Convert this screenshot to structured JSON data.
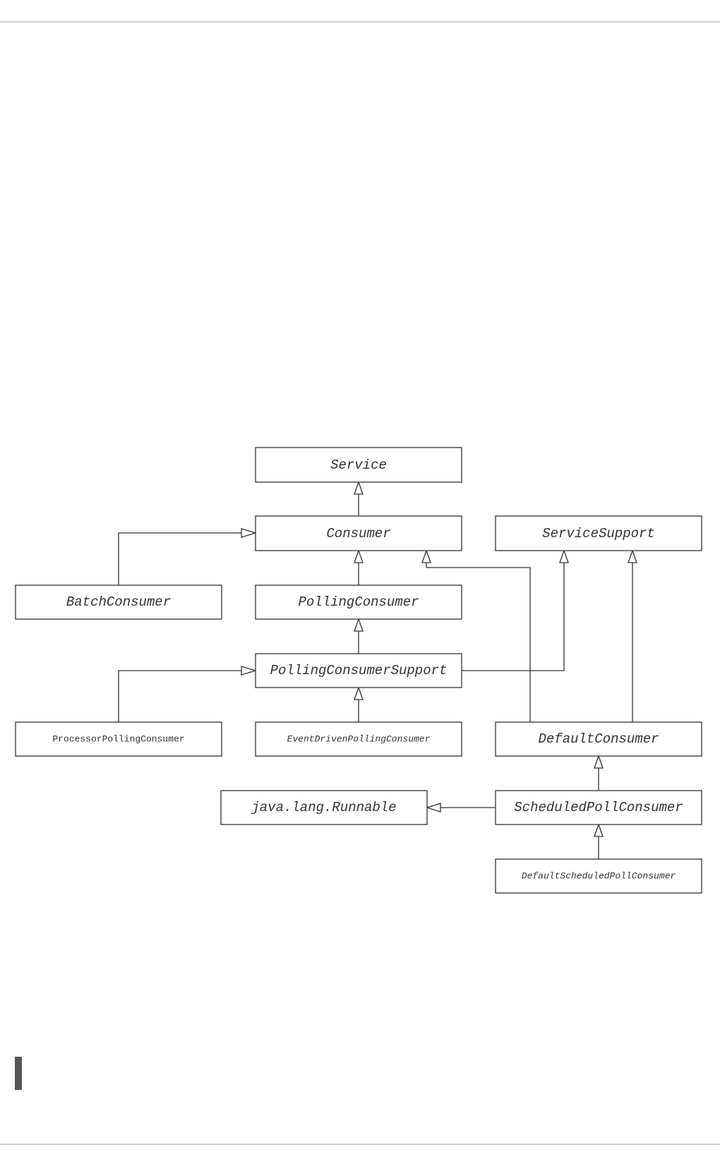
{
  "diagram": {
    "nodes": {
      "service": "Service",
      "consumer": "Consumer",
      "service_support": "ServiceSupport",
      "batch_consumer": "BatchConsumer",
      "polling_consumer": "PollingConsumer",
      "polling_consumer_support": "PollingConsumerSupport",
      "processor_polling_consumer": "ProcessorPollingConsumer",
      "event_driven_polling_consumer": "EventDrivenPollingConsumer",
      "default_consumer": "DefaultConsumer",
      "java_lang_runnable": "java.lang.Runnable",
      "scheduled_poll_consumer": "ScheduledPollConsumer",
      "default_scheduled_poll_consumer": "DefaultScheduledPollConsumer"
    },
    "relations": [
      {
        "from": "Consumer",
        "to": "Service"
      },
      {
        "from": "BatchConsumer",
        "to": "Consumer"
      },
      {
        "from": "PollingConsumer",
        "to": "Consumer"
      },
      {
        "from": "DefaultConsumer",
        "to": "Consumer"
      },
      {
        "from": "PollingConsumerSupport",
        "to": "PollingConsumer"
      },
      {
        "from": "PollingConsumerSupport",
        "to": "ServiceSupport"
      },
      {
        "from": "DefaultConsumer",
        "to": "ServiceSupport"
      },
      {
        "from": "ProcessorPollingConsumer",
        "to": "PollingConsumerSupport"
      },
      {
        "from": "EventDrivenPollingConsumer",
        "to": "PollingConsumerSupport"
      },
      {
        "from": "ScheduledPollConsumer",
        "to": "DefaultConsumer"
      },
      {
        "from": "ScheduledPollConsumer",
        "to": "java.lang.Runnable"
      },
      {
        "from": "DefaultScheduledPollConsumer",
        "to": "ScheduledPollConsumer"
      }
    ]
  }
}
